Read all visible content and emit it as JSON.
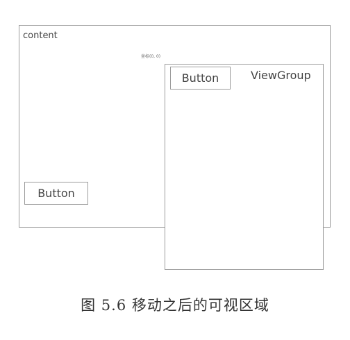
{
  "diagram": {
    "content_label": "content",
    "coord_label": "坐标(0, 0)",
    "viewgroup_label": "ViewGroup",
    "content_button_label": "Button",
    "viewgroup_button_label": "Button"
  },
  "caption": "图 5.6   移动之后的可视区域"
}
